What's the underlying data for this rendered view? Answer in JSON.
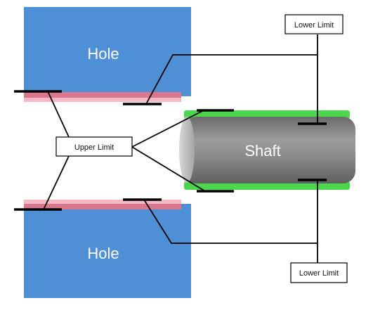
{
  "holes": {
    "top_label": "Hole",
    "bottom_label": "Hole"
  },
  "shaft": {
    "label": "Shaft"
  },
  "callouts": {
    "upper_limit": "Upper Limit",
    "lower_limit_top": "Lower Limit",
    "lower_limit_bottom": "Lower Limit"
  },
  "colors": {
    "hole_fill": "#4f8fd6",
    "hole_tolerance_band": "#d9778e",
    "hole_band_light": "#f6b8c6",
    "shaft_fill": "#7e7e7e",
    "shaft_tolerance_band": "#39d23a",
    "leader_line": "#000000",
    "background": "#ffffff"
  }
}
